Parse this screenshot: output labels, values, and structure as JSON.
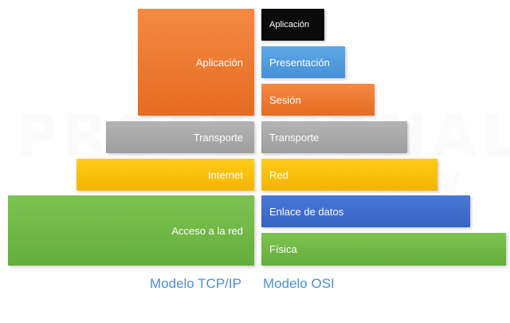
{
  "tcpip": {
    "caption": "Modelo TCP/IP",
    "layers": {
      "aplicacion": "Aplicación",
      "transporte": "Transporte",
      "internet": "Internet",
      "acceso": "Acceso a la red"
    }
  },
  "osi": {
    "caption": "Modelo OSI",
    "layers": {
      "aplicacion": "Aplicación",
      "presentacion": "Presentación",
      "sesion": "Sesión",
      "transporte": "Transporte",
      "red": "Red",
      "enlace": "Enlace de datos",
      "fisica": "Física"
    }
  },
  "colors": {
    "orange": "#e9742c",
    "gray": "#a6a6a6",
    "yellow": "#f9bf0a",
    "green": "#70b847",
    "black": "#0a0a0a",
    "blue_light": "#4f9ae0",
    "blue_dark": "#3f6dcc",
    "caption": "#4d8fd6"
  }
}
